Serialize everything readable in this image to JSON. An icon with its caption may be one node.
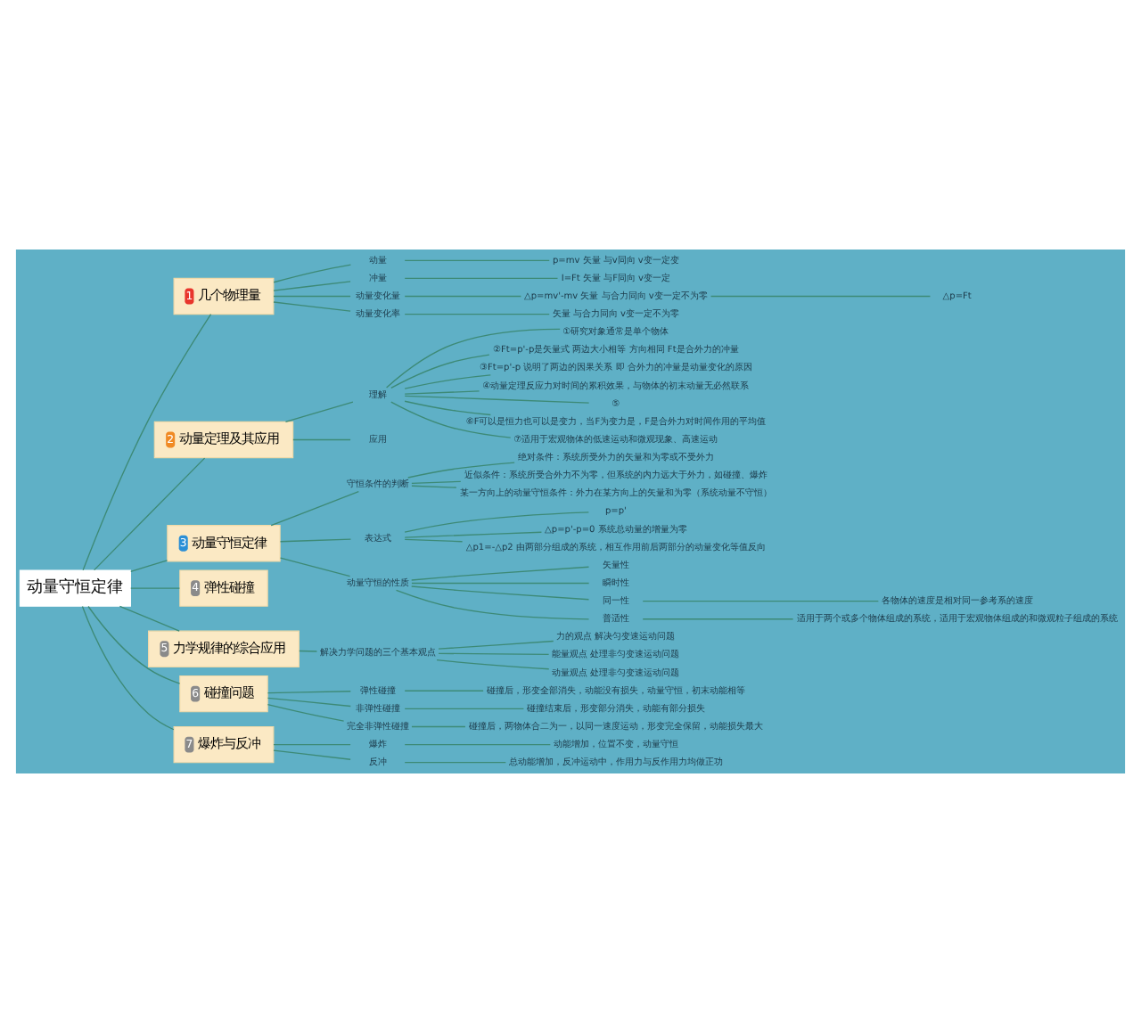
{
  "diagram": {
    "nodes": [
      {
        "text": [
          "动量守恒定律"
        ]
      },
      {
        "text": [
          "1",
          "几个物理量"
        ]
      },
      {
        "text": [
          "动量"
        ]
      },
      {
        "text": [
          "p=mv 矢量 与v同向 v变一定变"
        ]
      },
      {
        "text": [
          "冲量"
        ]
      },
      {
        "text": [
          "I=Ft 矢量 与F同向 v变一定"
        ]
      },
      {
        "text": [
          "动量变化量"
        ]
      },
      {
        "text": [
          "△p=mv'-mv 矢量 与合力同向 v变一定不为零"
        ]
      },
      {
        "text": [
          "△p=Ft"
        ]
      },
      {
        "text": [
          "动量变化率"
        ]
      },
      {
        "text": [
          "矢量 与合力同向 v变一定不为零"
        ]
      },
      {
        "text": [
          "2",
          "动量定理及其应用"
        ]
      },
      {
        "text": [
          "理解"
        ]
      },
      {
        "text": [
          "①研究对象通常是单个物体"
        ]
      },
      {
        "text": [
          "②Ft=p'-p是矢量式 两边大小相等 方向相同 Ft是合外力的冲量"
        ]
      },
      {
        "text": [
          "③Ft=p'-p 说明了两边的因果关系 即 合外力的冲量是动量变化的原因"
        ]
      },
      {
        "text": [
          "④动量定理反应力对时间的累积效果，与物体的初末动量无必然联系"
        ]
      },
      {
        "text": [
          "⑤"
        ]
      },
      {
        "text": [
          "⑥F可以是恒力也可以是变力，当F为变力是，F是合外力对时间作用的平均值"
        ]
      },
      {
        "text": [
          "⑦适用于宏观物体的低速运动和微观现象、高速运动"
        ]
      },
      {
        "text": [
          "应用"
        ]
      },
      {
        "text": [
          "3",
          "动量守恒定律"
        ]
      },
      {
        "text": [
          "守恒条件的判断"
        ]
      },
      {
        "text": [
          "绝对条件：系统所受外力的矢量和为零或不受外力"
        ]
      },
      {
        "text": [
          "近似条件：系统所受合外力不为零，但系统的内力远大于外力，如碰撞、爆炸"
        ]
      },
      {
        "text": [
          "某一方向上的动量守恒条件：外力在某方向上的矢量和为零（系统动量不守恒）"
        ]
      },
      {
        "text": [
          "表达式"
        ]
      },
      {
        "text": [
          "p=p'"
        ]
      },
      {
        "text": [
          "△p=p'-p=0 系统总动量的增量为零"
        ]
      },
      {
        "text": [
          "△p1=-△p2 由两部分组成的系统，相互作用前后两部分的动量变化等值反向"
        ]
      },
      {
        "text": [
          "动量守恒的性质"
        ]
      },
      {
        "text": [
          "矢量性"
        ]
      },
      {
        "text": [
          "瞬时性"
        ]
      },
      {
        "text": [
          "同一性"
        ]
      },
      {
        "text": [
          "各物体的速度是相对同一参考系的速度"
        ]
      },
      {
        "text": [
          "普适性"
        ]
      },
      {
        "text": [
          "适用于两个或多个物体组成的系统，适用于宏观物体组成的和微观粒子组成的系统"
        ]
      },
      {
        "text": [
          "4",
          "弹性碰撞"
        ]
      },
      {
        "text": [
          "5",
          "力学规律的综合应用"
        ]
      },
      {
        "text": [
          "解决力学问题的三个基本观点"
        ]
      },
      {
        "text": [
          "力的观点 解决匀变速运动问题"
        ]
      },
      {
        "text": [
          "能量观点 处理非匀变速运动问题"
        ]
      },
      {
        "text": [
          "动量观点 处理非匀变速运动问题"
        ]
      },
      {
        "text": [
          "6",
          "碰撞问题"
        ]
      },
      {
        "text": [
          "弹性碰撞"
        ]
      },
      {
        "text": [
          "碰撞后，形变全部消失，动能没有损失，动量守恒，初末动能相等"
        ]
      },
      {
        "text": [
          "非弹性碰撞"
        ]
      },
      {
        "text": [
          "碰撞结束后，形变部分消失，动能有部分损失"
        ]
      },
      {
        "text": [
          "完全非弹性碰撞"
        ]
      },
      {
        "text": [
          "碰撞后，两物体合二为一，以同一速度运动，形变完全保留，动能损失最大"
        ]
      },
      {
        "text": [
          "7",
          "爆炸与反冲"
        ]
      },
      {
        "text": [
          "爆炸"
        ]
      },
      {
        "text": [
          "动能增加，位置不变，动量守恒"
        ]
      },
      {
        "text": [
          "反冲"
        ]
      },
      {
        "text": [
          "总动能增加，反冲运动中，作用力与反作用力均做正功"
        ]
      }
    ],
    "edges": [
      {
        "from": 0,
        "to": 1,
        "arrow": "none"
      },
      {
        "from": 1,
        "to": 2,
        "arrow": "none"
      },
      {
        "from": 2,
        "to": 3,
        "arrow": "none"
      },
      {
        "from": 1,
        "to": 4,
        "arrow": "none"
      },
      {
        "from": 4,
        "to": 5,
        "arrow": "none"
      },
      {
        "from": 1,
        "to": 6,
        "arrow": "none"
      },
      {
        "from": 6,
        "to": 7,
        "arrow": "none"
      },
      {
        "from": 7,
        "to": 8,
        "arrow": "none"
      },
      {
        "from": 1,
        "to": 9,
        "arrow": "none"
      },
      {
        "from": 9,
        "to": 10,
        "arrow": "none"
      },
      {
        "from": 0,
        "to": 11,
        "arrow": "none"
      },
      {
        "from": 11,
        "to": 12,
        "arrow": "none"
      },
      {
        "from": 12,
        "to": 13,
        "arrow": "none"
      },
      {
        "from": 12,
        "to": 14,
        "arrow": "none"
      },
      {
        "from": 12,
        "to": 15,
        "arrow": "none"
      },
      {
        "from": 12,
        "to": 16,
        "arrow": "none"
      },
      {
        "from": 12,
        "to": 17,
        "arrow": "none"
      },
      {
        "from": 12,
        "to": 18,
        "arrow": "none"
      },
      {
        "from": 12,
        "to": 19,
        "arrow": "none"
      },
      {
        "from": 11,
        "to": 20,
        "arrow": "none"
      },
      {
        "from": 0,
        "to": 21,
        "arrow": "none"
      },
      {
        "from": 21,
        "to": 22,
        "arrow": "none"
      },
      {
        "from": 22,
        "to": 23,
        "arrow": "none"
      },
      {
        "from": 22,
        "to": 24,
        "arrow": "none"
      },
      {
        "from": 22,
        "to": 25,
        "arrow": "none"
      },
      {
        "from": 21,
        "to": 26,
        "arrow": "none"
      },
      {
        "from": 26,
        "to": 27,
        "arrow": "none"
      },
      {
        "from": 26,
        "to": 28,
        "arrow": "none"
      },
      {
        "from": 26,
        "to": 29,
        "arrow": "none"
      },
      {
        "from": 21,
        "to": 30,
        "arrow": "none"
      },
      {
        "from": 30,
        "to": 31,
        "arrow": "none"
      },
      {
        "from": 30,
        "to": 32,
        "arrow": "none"
      },
      {
        "from": 30,
        "to": 33,
        "arrow": "none"
      },
      {
        "from": 33,
        "to": 34,
        "arrow": "none"
      },
      {
        "from": 30,
        "to": 35,
        "arrow": "none"
      },
      {
        "from": 35,
        "to": 36,
        "arrow": "none"
      },
      {
        "from": 0,
        "to": 37,
        "arrow": "none"
      },
      {
        "from": 0,
        "to": 38,
        "arrow": "none"
      },
      {
        "from": 38,
        "to": 39,
        "arrow": "none"
      },
      {
        "from": 39,
        "to": 40,
        "arrow": "none"
      },
      {
        "from": 39,
        "to": 41,
        "arrow": "none"
      },
      {
        "from": 39,
        "to": 42,
        "arrow": "none"
      },
      {
        "from": 0,
        "to": 43,
        "arrow": "none"
      },
      {
        "from": 43,
        "to": 44,
        "arrow": "none"
      },
      {
        "from": 44,
        "to": 45,
        "arrow": "none"
      },
      {
        "from": 43,
        "to": 46,
        "arrow": "none"
      },
      {
        "from": 46,
        "to": 47,
        "arrow": "none"
      },
      {
        "from": 43,
        "to": 48,
        "arrow": "none"
      },
      {
        "from": 48,
        "to": 49,
        "arrow": "none"
      },
      {
        "from": 0,
        "to": 50,
        "arrow": "none"
      },
      {
        "from": 50,
        "to": 51,
        "arrow": "none"
      },
      {
        "from": 51,
        "to": 52,
        "arrow": "none"
      },
      {
        "from": 50,
        "to": 53,
        "arrow": "none"
      },
      {
        "from": 53,
        "to": 54,
        "arrow": "none"
      }
    ]
  }
}
